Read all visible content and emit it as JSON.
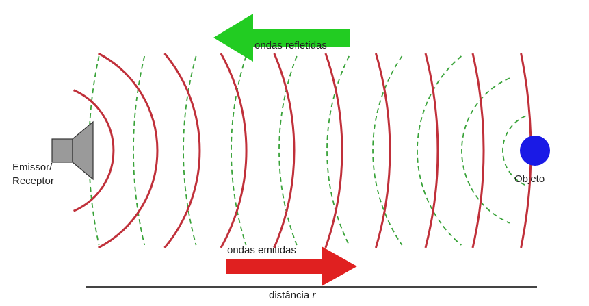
{
  "labels": {
    "reflected_waves": "ondas refletidas",
    "emitted_waves": "ondas emitidas",
    "emitter_line1": "Emissor/",
    "emitter_line2": "Receptor",
    "object": "Objeto",
    "distance": "distância",
    "distance_symbol": "r"
  },
  "colors": {
    "emitted_wave": "#c0303a",
    "reflected_wave": "#3aa33a",
    "reflected_arrow": "#22cc22",
    "emitted_arrow": "#e02020",
    "object": "#1a1ae6",
    "speaker": "#9a9a9a",
    "baseline": "#444444"
  },
  "icons": {
    "emitter": "speaker-icon",
    "object": "sphere-icon"
  }
}
